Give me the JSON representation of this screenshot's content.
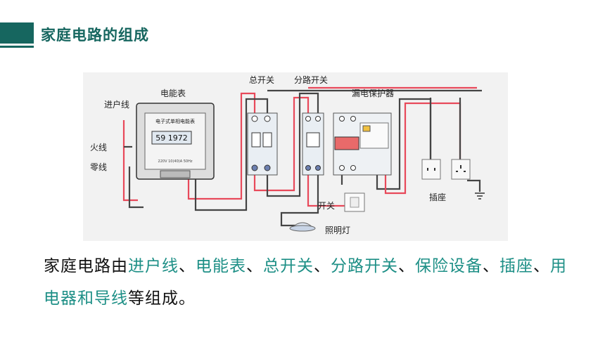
{
  "header": {
    "title": "家庭电路的组成"
  },
  "diagram": {
    "labels": {
      "service_line": "进户线",
      "live_wire": "火线",
      "neutral_wire": "零线",
      "meter": "电能表",
      "main_switch": "总开关",
      "branch_switch": "分路开关",
      "leakage_protector": "漏电保护器",
      "socket": "插座",
      "switch": "开关",
      "lamp": "照明灯"
    },
    "meter_panel": {
      "title": "电子式单相电能表",
      "reading": "59 1972",
      "small_text": "220V  10(40)A  50Hz"
    }
  },
  "body": {
    "parts": [
      {
        "text": "家庭电路由",
        "hl": false
      },
      {
        "text": "进户线",
        "hl": true
      },
      {
        "text": "、",
        "hl": false
      },
      {
        "text": "电能表",
        "hl": true
      },
      {
        "text": "、",
        "hl": false
      },
      {
        "text": "总开关",
        "hl": true
      },
      {
        "text": "、",
        "hl": false
      },
      {
        "text": "分路开关",
        "hl": true
      },
      {
        "text": "、",
        "hl": false
      },
      {
        "text": "保险设备",
        "hl": true
      },
      {
        "text": "、",
        "hl": false
      },
      {
        "text": "插座",
        "hl": true
      },
      {
        "text": "、",
        "hl": false
      },
      {
        "text": "用电器和导线",
        "hl": true
      },
      {
        "text": "等组成。",
        "hl": false
      }
    ]
  },
  "colors": {
    "accent": "#16665f",
    "highlight": "#1d8f86",
    "live": "#e8495a",
    "neutral": "#444444"
  }
}
